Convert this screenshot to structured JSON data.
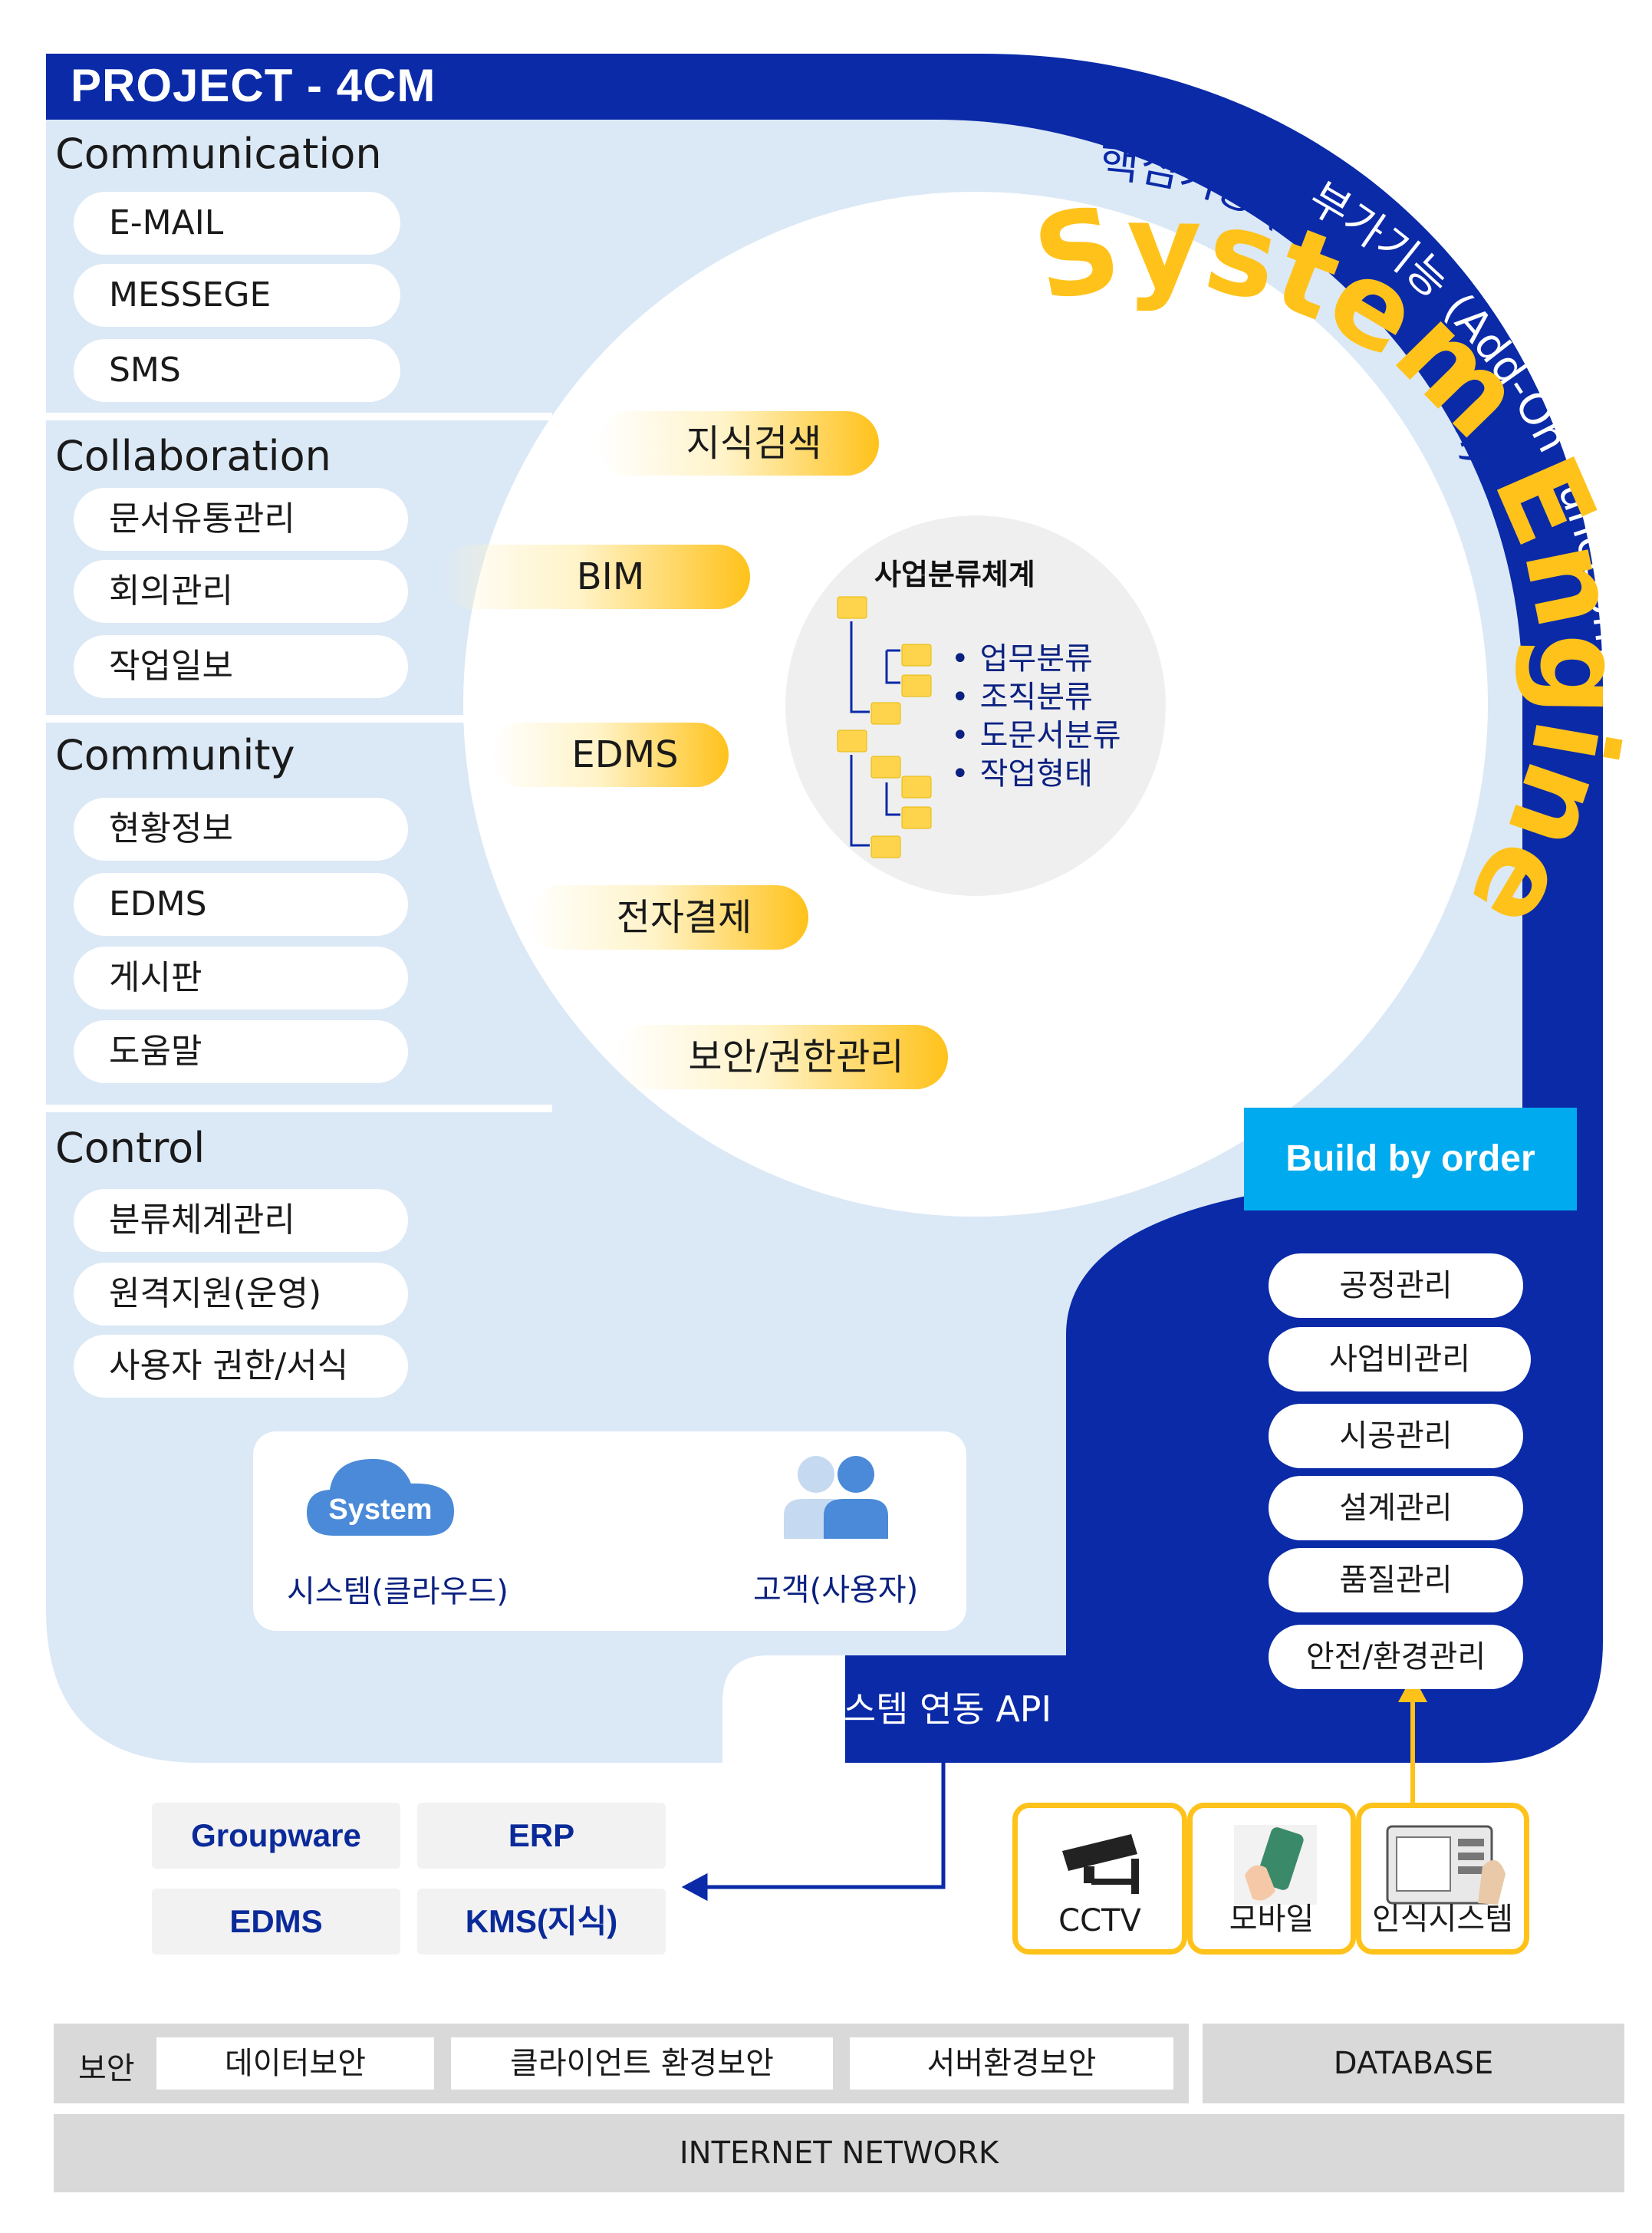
{
  "title": "PROJECT - 4CM",
  "sections": [
    {
      "heading": "Communication",
      "items": [
        "E-MAIL",
        "MESSEGE",
        "SMS"
      ]
    },
    {
      "heading": "Collaboration",
      "items": [
        "문서유통관리",
        "회의관리",
        "작업일보"
      ]
    },
    {
      "heading": "Community",
      "items": [
        "현황정보",
        "EDMS",
        "게시판",
        "도움말"
      ]
    },
    {
      "heading": "Control",
      "items": [
        "분류체계관리",
        "원격지원(운영)",
        "사용자 권한/서식"
      ]
    }
  ],
  "core_functions": [
    "지식검색",
    "BIM",
    "EDMS",
    "전자결제",
    "보안/권한관리"
  ],
  "taxonomy": {
    "title": "사업분류체계",
    "items": [
      "업무분류",
      "조직분류",
      "도문서분류",
      "작업형태"
    ]
  },
  "arc_labels": {
    "core": "핵심기능 (Core Function)",
    "addon": "부가기능 (Add-On Function)",
    "engine": "System Engine"
  },
  "build_by_order": {
    "title": "Build by order",
    "items": [
      "공정관리",
      "사업비관리",
      "시공관리",
      "설계관리",
      "품질관리",
      "안전/환경관리"
    ]
  },
  "cloud": {
    "badge": "System",
    "system_label": "시스템(클라우드)",
    "customer_label": "고객(사용자)"
  },
  "api_label": "기간시스템 연동 API",
  "external_systems": [
    "Groupware",
    "ERP",
    "EDMS",
    "KMS(지식)"
  ],
  "devices": [
    "CCTV",
    "모바일",
    "인식시스템"
  ],
  "security": {
    "label": "보안",
    "items": [
      "데이터보안",
      "클라이언트 환경보안",
      "서버환경보안"
    ],
    "database": "DATABASE"
  },
  "network": "INTERNET NETWORK",
  "colors": {
    "navy": "#0a2aa8",
    "light_blue": "#dbe8f6",
    "yellow": "#ffc21a",
    "cyan": "#00aaee",
    "text_blue": "#0b2180"
  }
}
